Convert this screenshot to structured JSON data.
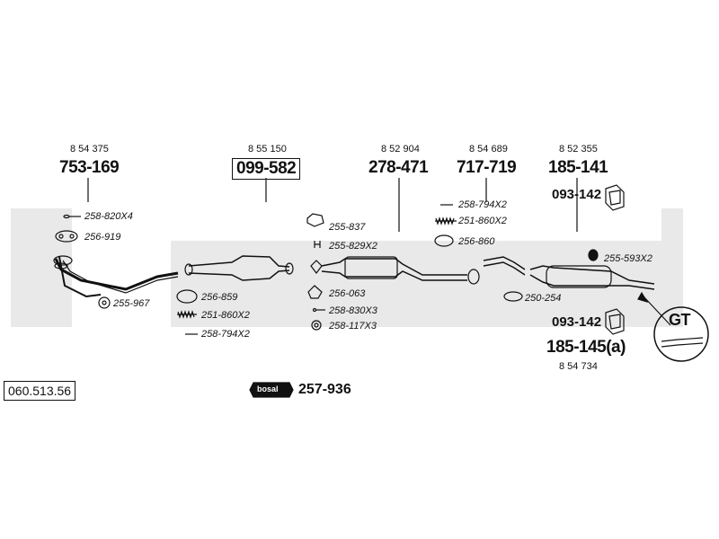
{
  "catalog_number": "060.513.56",
  "brand_label": "bosal",
  "brand_part": "257-936",
  "groups": [
    {
      "ref": "8 54 375",
      "part": "753-169"
    },
    {
      "ref": "8 55 150",
      "part": "099-582"
    },
    {
      "ref": "8 52 904",
      "part": "278-471"
    },
    {
      "ref": "8 54 689",
      "part": "717-719"
    },
    {
      "ref": "8 52 355",
      "part": "185-141"
    }
  ],
  "rear": {
    "part": "185-145(a)",
    "ref": "8 54 734",
    "bracket_top": "093-142",
    "bracket_bottom": "093-142"
  },
  "accessories": {
    "a1": "258-820X4",
    "a2": "256-919",
    "a3": "255-967",
    "b1": "256-859",
    "b2": "251-860X2",
    "b3": "258-794X2",
    "c1": "255-837",
    "c2": "255-829X2",
    "c3": "256-063",
    "c4": "258-830X3",
    "c5": "258-117X3",
    "d1": "258-794X2",
    "d2": "251-860X2",
    "d3": "256-860",
    "e1": "255-593X2",
    "e2": "250-254"
  },
  "gt_label": "GT"
}
